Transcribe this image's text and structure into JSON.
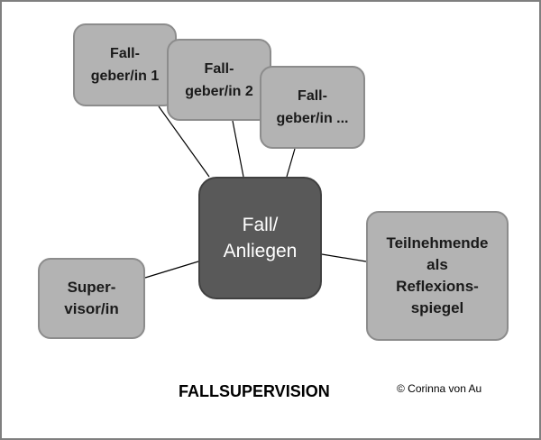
{
  "diagram": {
    "center": {
      "line1": "Fall/",
      "line2": "Anliegen"
    },
    "nodes": {
      "fallgeber1": {
        "line1": "Fall-",
        "line2": "geber/in 1"
      },
      "fallgeber2": {
        "line1": "Fall-",
        "line2": "geber/in 2"
      },
      "fallgeber3": {
        "line1": "Fall-",
        "line2": "geber/in ..."
      },
      "teilnehmende": {
        "line1": "Teilnehmende",
        "line2": "als",
        "line3": "Reflexions-",
        "line4": "spiegel"
      },
      "supervisor": {
        "line1": "Super-",
        "line2": "visor/in"
      }
    }
  },
  "title": "FALLSUPERVISION",
  "copyright": "© Corinna von Au",
  "colors": {
    "node_fill": "#b3b3b3",
    "center_fill": "#595959",
    "line": "#000000"
  }
}
